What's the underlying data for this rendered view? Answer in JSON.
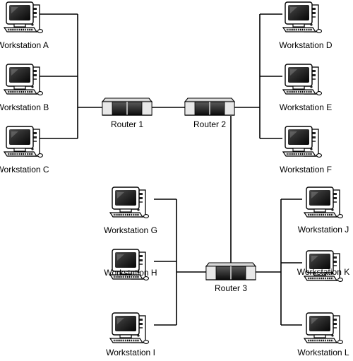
{
  "routers": [
    {
      "id": "r1",
      "label": "Router 1"
    },
    {
      "id": "r2",
      "label": "Router 2"
    },
    {
      "id": "r3",
      "label": "Router 3"
    }
  ],
  "workstations": [
    {
      "id": "a",
      "label": "Workstation A",
      "router": "r1"
    },
    {
      "id": "b",
      "label": "Workstation B",
      "router": "r1"
    },
    {
      "id": "c",
      "label": "Workstation C",
      "router": "r1"
    },
    {
      "id": "d",
      "label": "Workstation D",
      "router": "r2"
    },
    {
      "id": "e",
      "label": "Workstation E",
      "router": "r2"
    },
    {
      "id": "f",
      "label": "Workstation F",
      "router": "r2"
    },
    {
      "id": "g",
      "label": "Workstation G",
      "router": "r3"
    },
    {
      "id": "h",
      "label": "Workstation H",
      "router": "r3"
    },
    {
      "id": "i",
      "label": "Workstation I",
      "router": "r3"
    },
    {
      "id": "j",
      "label": "Workstation J",
      "router": "r3"
    },
    {
      "id": "k",
      "label": "Workstation K",
      "router": "r3"
    },
    {
      "id": "l",
      "label": "Workstation L",
      "router": "r3"
    }
  ],
  "links": [
    {
      "from": "r1",
      "to": "r2"
    },
    {
      "from": "r2",
      "to": "r3"
    }
  ]
}
